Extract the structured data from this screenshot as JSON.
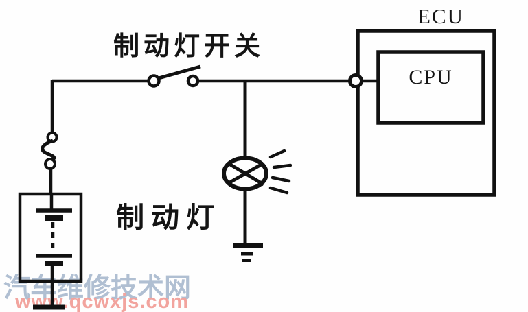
{
  "labels": {
    "brake_light_switch": "制动灯开关",
    "brake_light": "制动灯",
    "ecu": "ECU",
    "cpu": "CPU"
  },
  "watermark": {
    "site_name": "汽车维修技术网",
    "site_url": "www.qcwxjs.com"
  },
  "colors": {
    "line": "#111111",
    "background": "#fefefe",
    "watermark_site_name": "#b0bfd2",
    "watermark_site_url": "#f2a49e"
  },
  "components": [
    {
      "name": "battery-symbol",
      "meaning": "two-cell battery inside rectangular box"
    },
    {
      "name": "fuse-symbol",
      "meaning": "S-shaped fusible link with terminal circles"
    },
    {
      "name": "switch-symbol",
      "meaning": "open switch contact (brake light switch)"
    },
    {
      "name": "bulb-symbol",
      "meaning": "lamp circle with X and light rays (brake light)"
    },
    {
      "name": "ecu-box",
      "meaning": "electronic control unit outline"
    },
    {
      "name": "cpu-box",
      "meaning": "CPU block inside ECU"
    },
    {
      "name": "terminal-circle",
      "meaning": "connector terminal at ECU input"
    },
    {
      "name": "ground-symbol-lamp",
      "meaning": "chassis ground below bulb"
    },
    {
      "name": "ground-terminal-battery",
      "meaning": "ground bar below battery"
    }
  ]
}
